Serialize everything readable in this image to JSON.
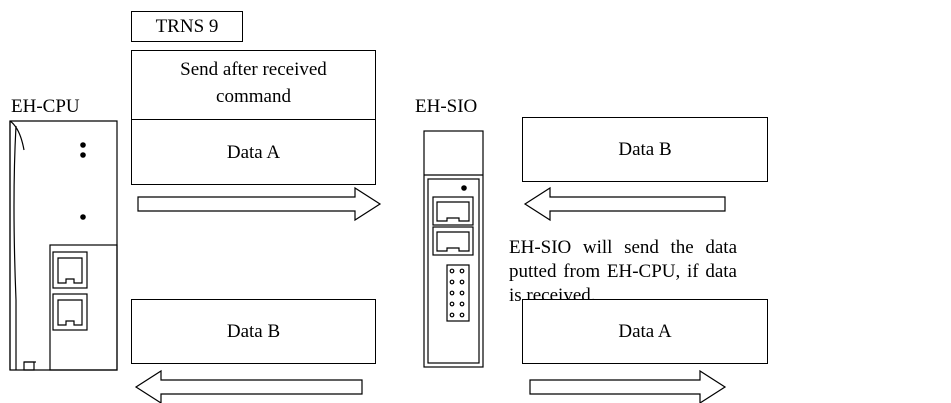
{
  "diagram": {
    "command_label": "TRNS 9",
    "send_after_line1": "Send after received",
    "send_after_line2": "command",
    "cpu_label": "EH-CPU",
    "sio_label": "EH-SIO",
    "cpu_send_data": "Data A",
    "cpu_receive_data": "Data B",
    "sio_receive_data": "Data B",
    "sio_send_data": "Data A",
    "note": "EH-SIO will send the data putted from EH-CPU, if data is received."
  }
}
